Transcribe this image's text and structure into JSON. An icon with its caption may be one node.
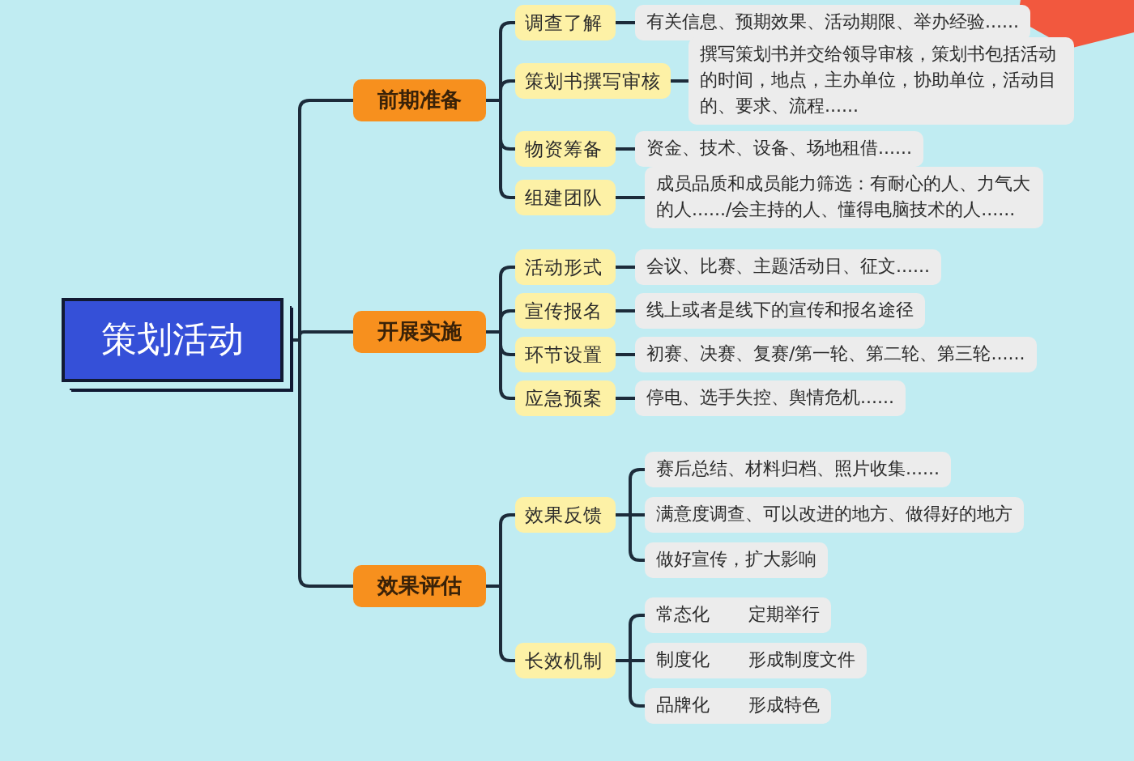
{
  "diagram": {
    "nodes": [
      {
        "text": [
          "策划活动"
        ]
      },
      {
        "text": [
          "前期准备"
        ]
      },
      {
        "text": [
          "调查了解"
        ]
      },
      {
        "text": [
          "有关信息、预期效果、活动期限、举办经验......"
        ]
      },
      {
        "text": [
          "策划书撰写审核"
        ]
      },
      {
        "text": [
          "撰写策划书并交给领导审核，策划书包括活动的时间，地点，主办单位，协助单位，活动目的、要求、流程......"
        ]
      },
      {
        "text": [
          "物资筹备"
        ]
      },
      {
        "text": [
          "资金、技术、设备、场地租借......"
        ]
      },
      {
        "text": [
          "组建团队"
        ]
      },
      {
        "text": [
          "成员品质和成员能力筛选：有耐心的人、力气大的人....../会主持的人、懂得电脑技术的人......"
        ]
      },
      {
        "text": [
          "开展实施"
        ]
      },
      {
        "text": [
          "活动形式"
        ]
      },
      {
        "text": [
          "会议、比赛、主题活动日、征文......"
        ]
      },
      {
        "text": [
          "宣传报名"
        ]
      },
      {
        "text": [
          "线上或者是线下的宣传和报名途径"
        ]
      },
      {
        "text": [
          "环节设置"
        ]
      },
      {
        "text": [
          "初赛、决赛、复赛/第一轮、第二轮、第三轮......"
        ]
      },
      {
        "text": [
          "应急预案"
        ]
      },
      {
        "text": [
          "停电、选手失控、舆情危机......"
        ]
      },
      {
        "text": [
          "效果评估"
        ]
      },
      {
        "text": [
          "效果反馈"
        ]
      },
      {
        "text": [
          "赛后总结、材料归档、照片收集......"
        ]
      },
      {
        "text": [
          "满意度调查、可以改进的地方、做得好的地方"
        ]
      },
      {
        "text": [
          "做好宣传，扩大影响"
        ]
      },
      {
        "text": [
          "长效机制"
        ]
      },
      {
        "text": [
          "常态化",
          "定期举行"
        ]
      },
      {
        "text": [
          "制度化",
          "形成制度文件"
        ]
      },
      {
        "text": [
          "品牌化",
          "形成特色"
        ]
      }
    ],
    "edges": [
      {
        "from": 0,
        "to": 1,
        "arrow": "none"
      },
      {
        "from": 0,
        "to": 10,
        "arrow": "none"
      },
      {
        "from": 0,
        "to": 19,
        "arrow": "none"
      },
      {
        "from": 1,
        "to": 2,
        "arrow": "none"
      },
      {
        "from": 1,
        "to": 4,
        "arrow": "none"
      },
      {
        "from": 1,
        "to": 6,
        "arrow": "none"
      },
      {
        "from": 1,
        "to": 8,
        "arrow": "none"
      },
      {
        "from": 2,
        "to": 3,
        "arrow": "none"
      },
      {
        "from": 4,
        "to": 5,
        "arrow": "none"
      },
      {
        "from": 6,
        "to": 7,
        "arrow": "none"
      },
      {
        "from": 8,
        "to": 9,
        "arrow": "none"
      },
      {
        "from": 10,
        "to": 11,
        "arrow": "none"
      },
      {
        "from": 10,
        "to": 13,
        "arrow": "none"
      },
      {
        "from": 10,
        "to": 15,
        "arrow": "none"
      },
      {
        "from": 10,
        "to": 17,
        "arrow": "none"
      },
      {
        "from": 11,
        "to": 12,
        "arrow": "none"
      },
      {
        "from": 13,
        "to": 14,
        "arrow": "none"
      },
      {
        "from": 15,
        "to": 16,
        "arrow": "none"
      },
      {
        "from": 17,
        "to": 18,
        "arrow": "none"
      },
      {
        "from": 19,
        "to": 20,
        "arrow": "none"
      },
      {
        "from": 19,
        "to": 24,
        "arrow": "none"
      },
      {
        "from": 20,
        "to": 21,
        "arrow": "none"
      },
      {
        "from": 20,
        "to": 22,
        "arrow": "none"
      },
      {
        "from": 20,
        "to": 23,
        "arrow": "none"
      },
      {
        "from": 24,
        "to": 25,
        "arrow": "none"
      },
      {
        "from": 24,
        "to": 26,
        "arrow": "none"
      },
      {
        "from": 24,
        "to": 27,
        "arrow": "none"
      }
    ]
  }
}
